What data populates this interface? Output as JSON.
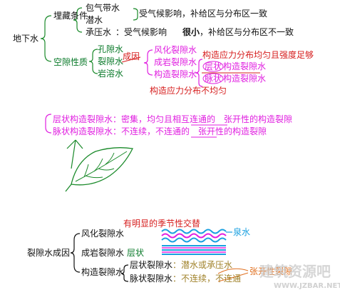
{
  "section1": {
    "root": "地下水",
    "burial": {
      "label": "埋藏条件",
      "items": [
        "包气带水",
        "潜水",
        "承压水"
      ],
      "note_qianshui": "受气候影响，补给区与分布区一致",
      "note_chengya_a": "：受气候影响",
      "note_chengya_b": "很小",
      "note_chengya_c": "，补给区与分布区不一致"
    },
    "pore": {
      "label": "空隙性质",
      "items": [
        "孔隙水",
        "裂隙水",
        "岩溶水"
      ],
      "cause_label": "成因",
      "fissure_types": [
        "风化裂隙水",
        "成岩裂隙水",
        "构造裂隙水"
      ],
      "uniform_note": "构造应力分布均匀且强度足够",
      "sub_types": [
        "层状",
        "构造裂隙水",
        "脉状",
        "构造裂隙水"
      ],
      "nonuniform_note": "构造应力分布不均匀"
    }
  },
  "section2": {
    "line1_a": "层状构造裂隙水：密集，均匀且相互连通的",
    "line1_b": "张开性",
    "line1_c": "的构造裂隙",
    "line2_a": "脉状构造裂隙水：不连续，不连通的",
    "line2_b": "张开性",
    "line2_c": "的构造裂隙",
    "leaf_icon": "leaf-icon"
  },
  "section3": {
    "root": "裂隙水成因",
    "items": [
      "风化裂隙水",
      "成岩裂隙水",
      "构造裂隙水"
    ],
    "seasonal": "有明显的季节性交替",
    "spring": "泉水",
    "layered": "层状",
    "sub": [
      {
        "name": "层状裂隙水",
        "desc": "：潜水或承压水"
      },
      {
        "name": "脉状裂隙水",
        "desc": "：不连续，不连通"
      }
    ],
    "opening": "张开性裂隙"
  },
  "watermark": {
    "text": "建筑资源吧",
    "url": "WWW.JZBAR.NET"
  }
}
